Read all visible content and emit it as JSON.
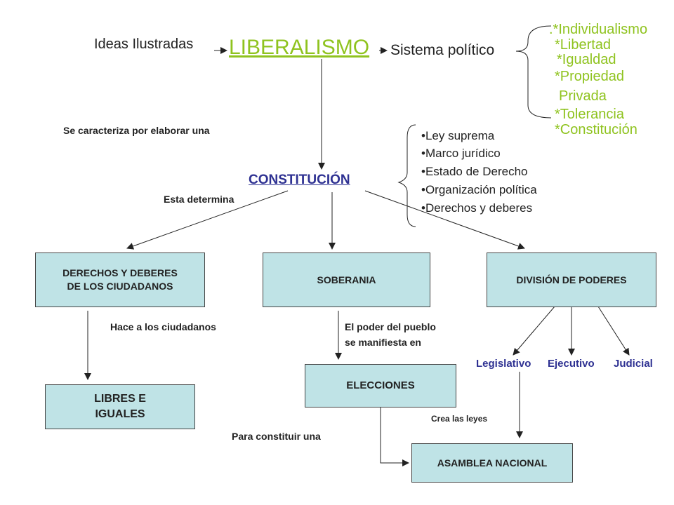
{
  "header": {
    "ideas": "Ideas Ilustradas",
    "liberalismo": "LIBERALISMO",
    "sistema": "Sistema político"
  },
  "values_list": [
    ".*Individualismo",
    "*Libertad",
    "*Igualdad",
    "*Propiedad",
    "Privada",
    "*Tolerancia",
    "*Constitución"
  ],
  "caracteriza": "Se caracteriza por elaborar una",
  "constitucion": "CONSTITUCIÓN",
  "esta_determina": "Esta determina",
  "bullets": [
    "•Ley suprema",
    "•Marco jurídico",
    "•Estado de Derecho",
    "•Organización política",
    "•Derechos y deberes"
  ],
  "boxes": {
    "derechos_line1": "DERECHOS Y DEBERES",
    "derechos_line2": "DE LOS CIUDADANOS",
    "soberania": "SOBERANIA",
    "division": "DIVISIÓN DE PODERES",
    "libres_line1": "LIBRES E",
    "libres_line2": "IGUALES",
    "elecciones": "ELECCIONES",
    "asamblea": "ASAMBLEA NACIONAL"
  },
  "labels": {
    "hace": "Hace a los ciudadanos",
    "poder_line1": "El poder del pueblo",
    "poder_line2": "se manifiesta en",
    "para": "Para constituir una",
    "crea": "Crea las leyes"
  },
  "powers": [
    "Legislativo",
    "Ejecutivo",
    "Judicial"
  ],
  "colors": {
    "accent_green": "#8fc31f",
    "navy": "#2e3192",
    "box_fill": "#bfe3e6"
  }
}
